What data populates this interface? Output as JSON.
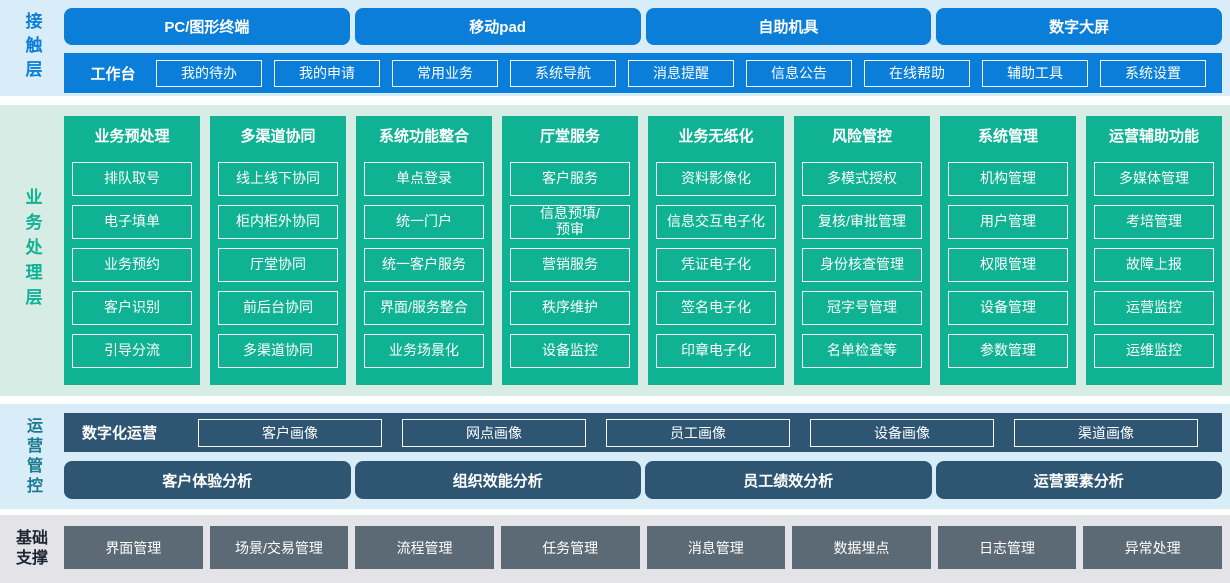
{
  "colors": {
    "accent_blue": "#0a7ed8",
    "accent_green": "#10b294",
    "accent_slate": "#2e5673",
    "accent_gray": "#5c6a75",
    "bg_light_blue": "#d9edf8",
    "bg_light_green": "#d6ece4",
    "bg_light_gray": "#e4e4e8",
    "ops_label_color": "#1b7a90",
    "foundation_label_color": "#1c2532"
  },
  "contact_layer": {
    "label": "接触层",
    "terminals": [
      "PC/图形终端",
      "移动pad",
      "自助机具",
      "数字大屏"
    ],
    "workbench": {
      "label": "工作台",
      "items": [
        "我的待办",
        "我的申请",
        "常用业务",
        "系统导航",
        "消息提醒",
        "信息公告",
        "在线帮助",
        "辅助工具",
        "系统设置"
      ]
    }
  },
  "business_layer": {
    "label": "业务处理层",
    "columns": [
      {
        "title": "业务预处理",
        "items": [
          "排队取号",
          "电子填单",
          "业务预约",
          "客户识别",
          "引导分流"
        ]
      },
      {
        "title": "多渠道协同",
        "items": [
          "线上线下协同",
          "柜内柜外协同",
          "厅堂协同",
          "前后台协同",
          "多渠道协同"
        ]
      },
      {
        "title": "系统功能整合",
        "items": [
          "单点登录",
          "统一门户",
          "统一客户服务",
          "界面/服务整合",
          "业务场景化"
        ]
      },
      {
        "title": "厅堂服务",
        "items": [
          "客户服务",
          "信息预填/\n预审",
          "营销服务",
          "秩序维护",
          "设备监控"
        ]
      },
      {
        "title": "业务无纸化",
        "items": [
          "资料影像化",
          "信息交互电子化",
          "凭证电子化",
          "签名电子化",
          "印章电子化"
        ]
      },
      {
        "title": "风险管控",
        "items": [
          "多模式授权",
          "复核/审批管理",
          "身份核查管理",
          "冠字号管理",
          "名单检查等"
        ]
      },
      {
        "title": "系统管理",
        "items": [
          "机构管理",
          "用户管理",
          "权限管理",
          "设备管理",
          "参数管理"
        ]
      },
      {
        "title": "运营辅助功能",
        "items": [
          "多媒体管理",
          "考培管理",
          "故障上报",
          "运营监控",
          "运维监控"
        ]
      }
    ]
  },
  "operations_layer": {
    "label": "运营管控",
    "digital_ops": {
      "label": "数字化运营",
      "items": [
        "客户画像",
        "网点画像",
        "员工画像",
        "设备画像",
        "渠道画像"
      ]
    },
    "analysis": [
      "客户体验分析",
      "组织效能分析",
      "员工绩效分析",
      "运营要素分析"
    ]
  },
  "foundation_layer": {
    "label": "基础\n支撑",
    "items": [
      "界面管理",
      "场景/交易管理",
      "流程管理",
      "任务管理",
      "消息管理",
      "数据埋点",
      "日志管理",
      "异常处理"
    ]
  }
}
